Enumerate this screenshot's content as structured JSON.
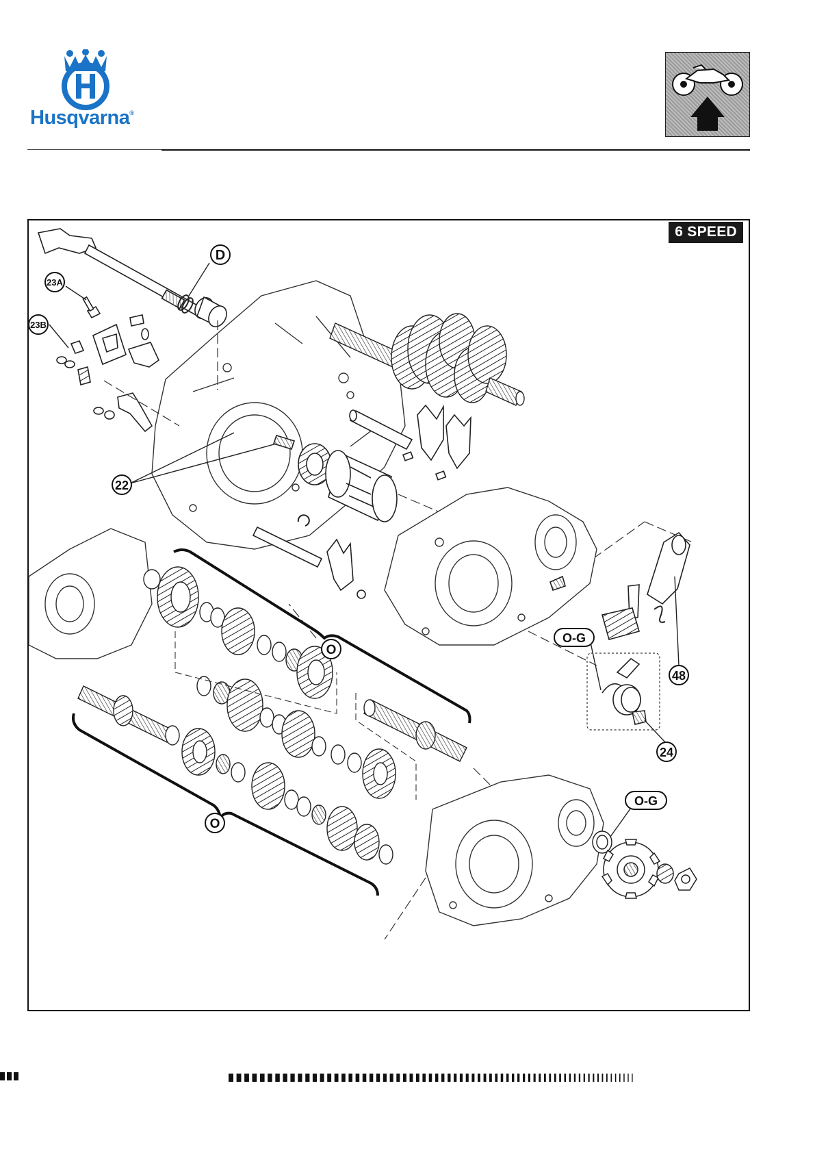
{
  "header": {
    "brand": "Husqvarna",
    "brand_mark": "®",
    "logo_icon": "husqvarna-crown-h-logo",
    "section_icon": "motorcycle-up-arrow-icon"
  },
  "diagram": {
    "tag": "6 SPEED",
    "callouts": {
      "D": "D",
      "c23a": "23A",
      "c23b": "23B",
      "c22": "22",
      "c48": "48",
      "og1": "O-G",
      "og2": "O-G",
      "o1": "O",
      "o2": "O",
      "c24": "24"
    }
  },
  "colors": {
    "brand_blue": "#1a73c6",
    "frame": "#111111",
    "tag_bg": "#1a1a1a"
  }
}
